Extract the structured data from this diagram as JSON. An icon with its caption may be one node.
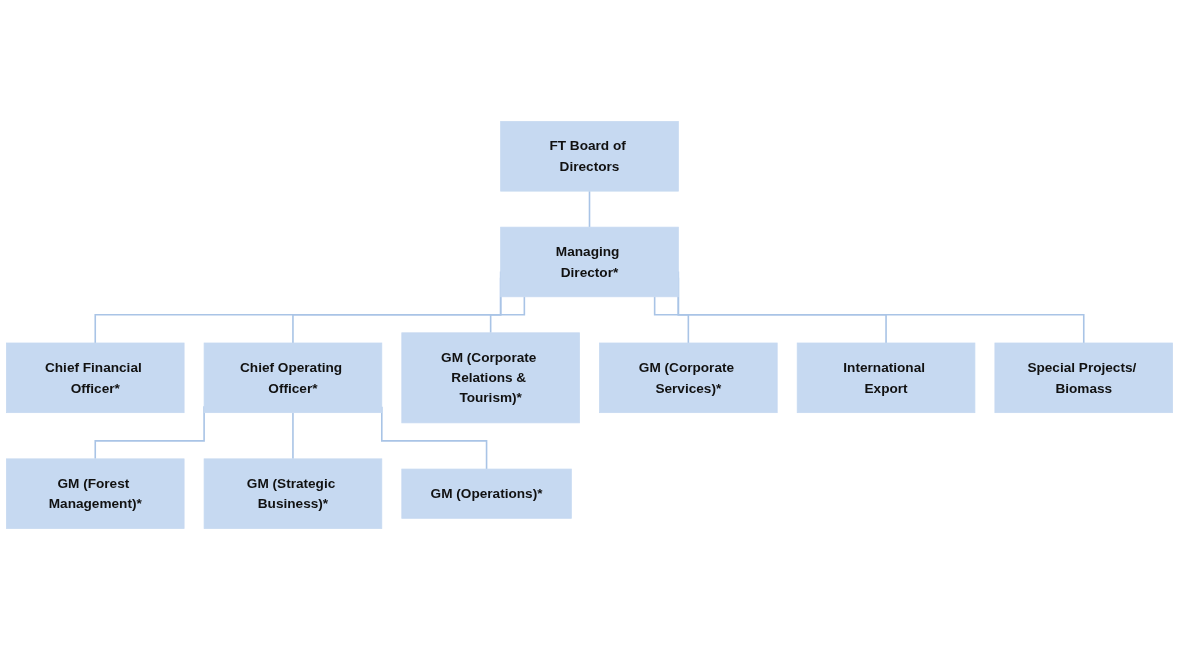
{
  "diagram": {
    "nodes": [
      {
        "text": [
          "FT Board of Directors"
        ]
      },
      {
        "text": [
          "Managing Director*"
        ]
      },
      {
        "text": [
          "Chief Financial Officer*"
        ]
      },
      {
        "text": [
          "Chief Operating Officer*"
        ]
      },
      {
        "text": [
          "GM (Corporate Relations & Tourism)*"
        ]
      },
      {
        "text": [
          "GM (Corporate Services)*"
        ]
      },
      {
        "text": [
          "International Export"
        ]
      },
      {
        "text": [
          "Special Projects/ Biomass"
        ]
      },
      {
        "text": [
          "GM (Forest Management)*"
        ]
      },
      {
        "text": [
          "GM (Strategic Business)*"
        ]
      },
      {
        "text": [
          "GM (Operations)*"
        ]
      }
    ],
    "edges": [
      {
        "from": 0,
        "to": 1,
        "arrow": "none"
      },
      {
        "from": 1,
        "to": 2,
        "arrow": "none"
      },
      {
        "from": 1,
        "to": 3,
        "arrow": "none"
      },
      {
        "from": 1,
        "to": 4,
        "arrow": "none"
      },
      {
        "from": 1,
        "to": 5,
        "arrow": "none"
      },
      {
        "from": 1,
        "to": 6,
        "arrow": "none"
      },
      {
        "from": 1,
        "to": 7,
        "arrow": "none"
      },
      {
        "from": 3,
        "to": 8,
        "arrow": "none"
      },
      {
        "from": 3,
        "to": 9,
        "arrow": "none"
      },
      {
        "from": 3,
        "to": 10,
        "arrow": "none"
      }
    ]
  }
}
